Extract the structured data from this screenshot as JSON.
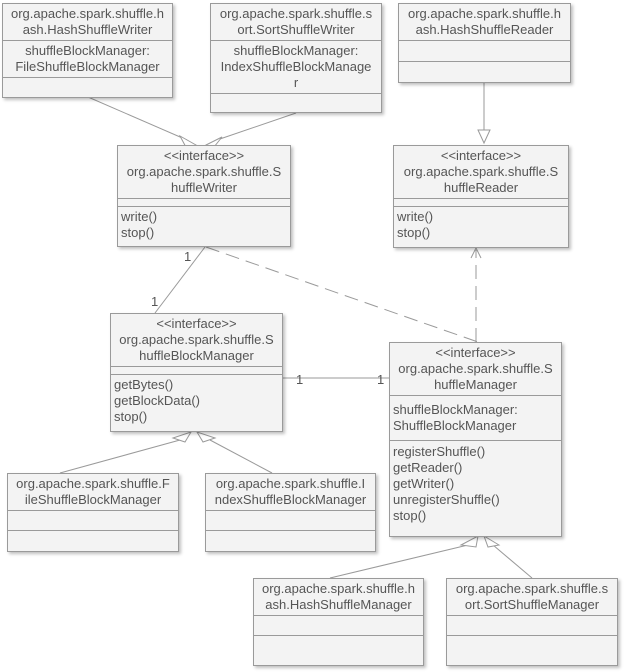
{
  "classes": {
    "hash_shuffle_writer": {
      "name_lines": [
        "org.apache.spark.shuffle.h",
        "ash.HashShuffleWriter"
      ],
      "attribute_lines": [
        "shuffleBlockManager:",
        "FileShuffleBlockManager"
      ]
    },
    "sort_shuffle_writer": {
      "name_lines": [
        "org.apache.spark.shuffle.s",
        "ort.SortShuffleWriter"
      ],
      "attribute_lines": [
        "shuffleBlockManager:",
        "IndexShuffleBlockManage",
        "r"
      ]
    },
    "hash_shuffle_reader": {
      "name_lines": [
        "org.apache.spark.shuffle.h",
        "ash.HashShuffleReader"
      ]
    },
    "shuffle_writer": {
      "stereotype": "<<interface>>",
      "name_lines": [
        "org.apache.spark.shuffle.S",
        "huffleWriter"
      ],
      "methods": [
        "write()",
        "stop()"
      ]
    },
    "shuffle_reader": {
      "stereotype": "<<interface>>",
      "name_lines": [
        "org.apache.spark.shuffle.S",
        "huffleReader"
      ],
      "methods": [
        "write()",
        "stop()"
      ]
    },
    "shuffle_block_manager": {
      "stereotype": "<<interface>>",
      "name_lines": [
        "org.apache.spark.shuffle.S",
        "huffleBlockManager"
      ],
      "methods": [
        "getBytes()",
        "getBlockData()",
        "stop()"
      ]
    },
    "shuffle_manager": {
      "stereotype": "<<interface>>",
      "name_lines": [
        "org.apache.spark.shuffle.S",
        "huffleManager"
      ],
      "attribute_lines": [
        "shuffleBlockManager:",
        "ShuffleBlockManager"
      ],
      "methods": [
        "registerShuffle()",
        "getReader()",
        "getWriter()",
        "unregisterShuffle()",
        "stop()"
      ]
    },
    "file_shuffle_block_manager": {
      "name_lines": [
        "org.apache.spark.shuffle.F",
        "ileShuffleBlockManager"
      ]
    },
    "index_shuffle_block_manager": {
      "name_lines": [
        "org.apache.spark.shuffle.I",
        "ndexShuffleBlockManager"
      ]
    },
    "hash_shuffle_manager": {
      "name_lines": [
        "org.apache.spark.shuffle.h",
        "ash.HashShuffleManager"
      ]
    },
    "sort_shuffle_manager": {
      "name_lines": [
        "org.apache.spark.shuffle.s",
        "ort.SortShuffleManager"
      ]
    }
  },
  "multiplicities": {
    "writer_end": "1",
    "block_manager_top": "1",
    "block_manager_right": "1",
    "shuffle_manager_left": "1"
  },
  "colors": {
    "line": "#9a9a9a",
    "box_fill": "#f3f3f3",
    "text": "#555555"
  }
}
